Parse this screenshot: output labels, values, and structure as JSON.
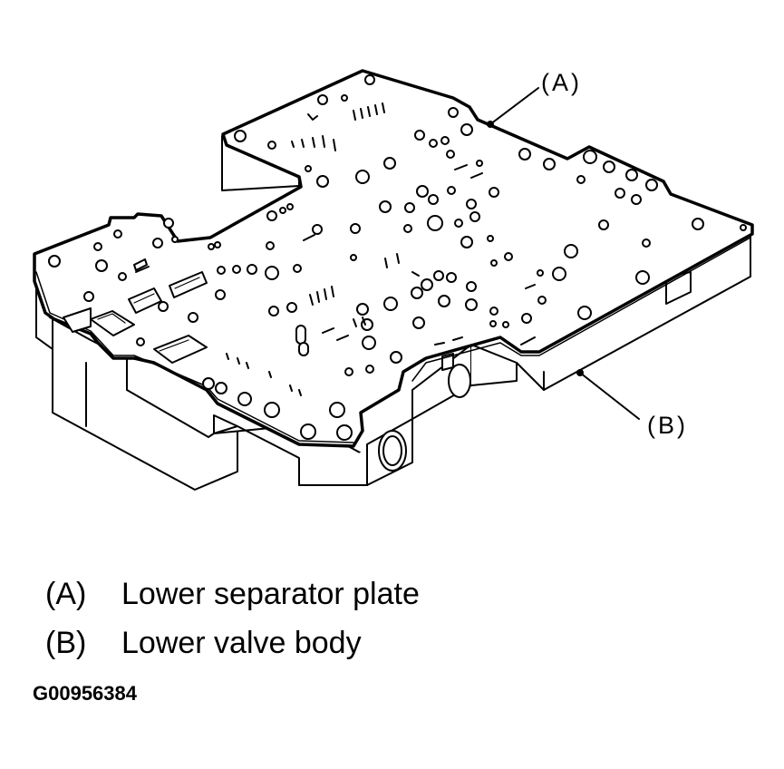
{
  "callouts": {
    "a": "(A)",
    "b": "(B)"
  },
  "legend": [
    {
      "key": "(A)",
      "text": "Lower separator plate"
    },
    {
      "key": "(B)",
      "text": "Lower valve body"
    }
  ],
  "figure_id": "G00956384"
}
